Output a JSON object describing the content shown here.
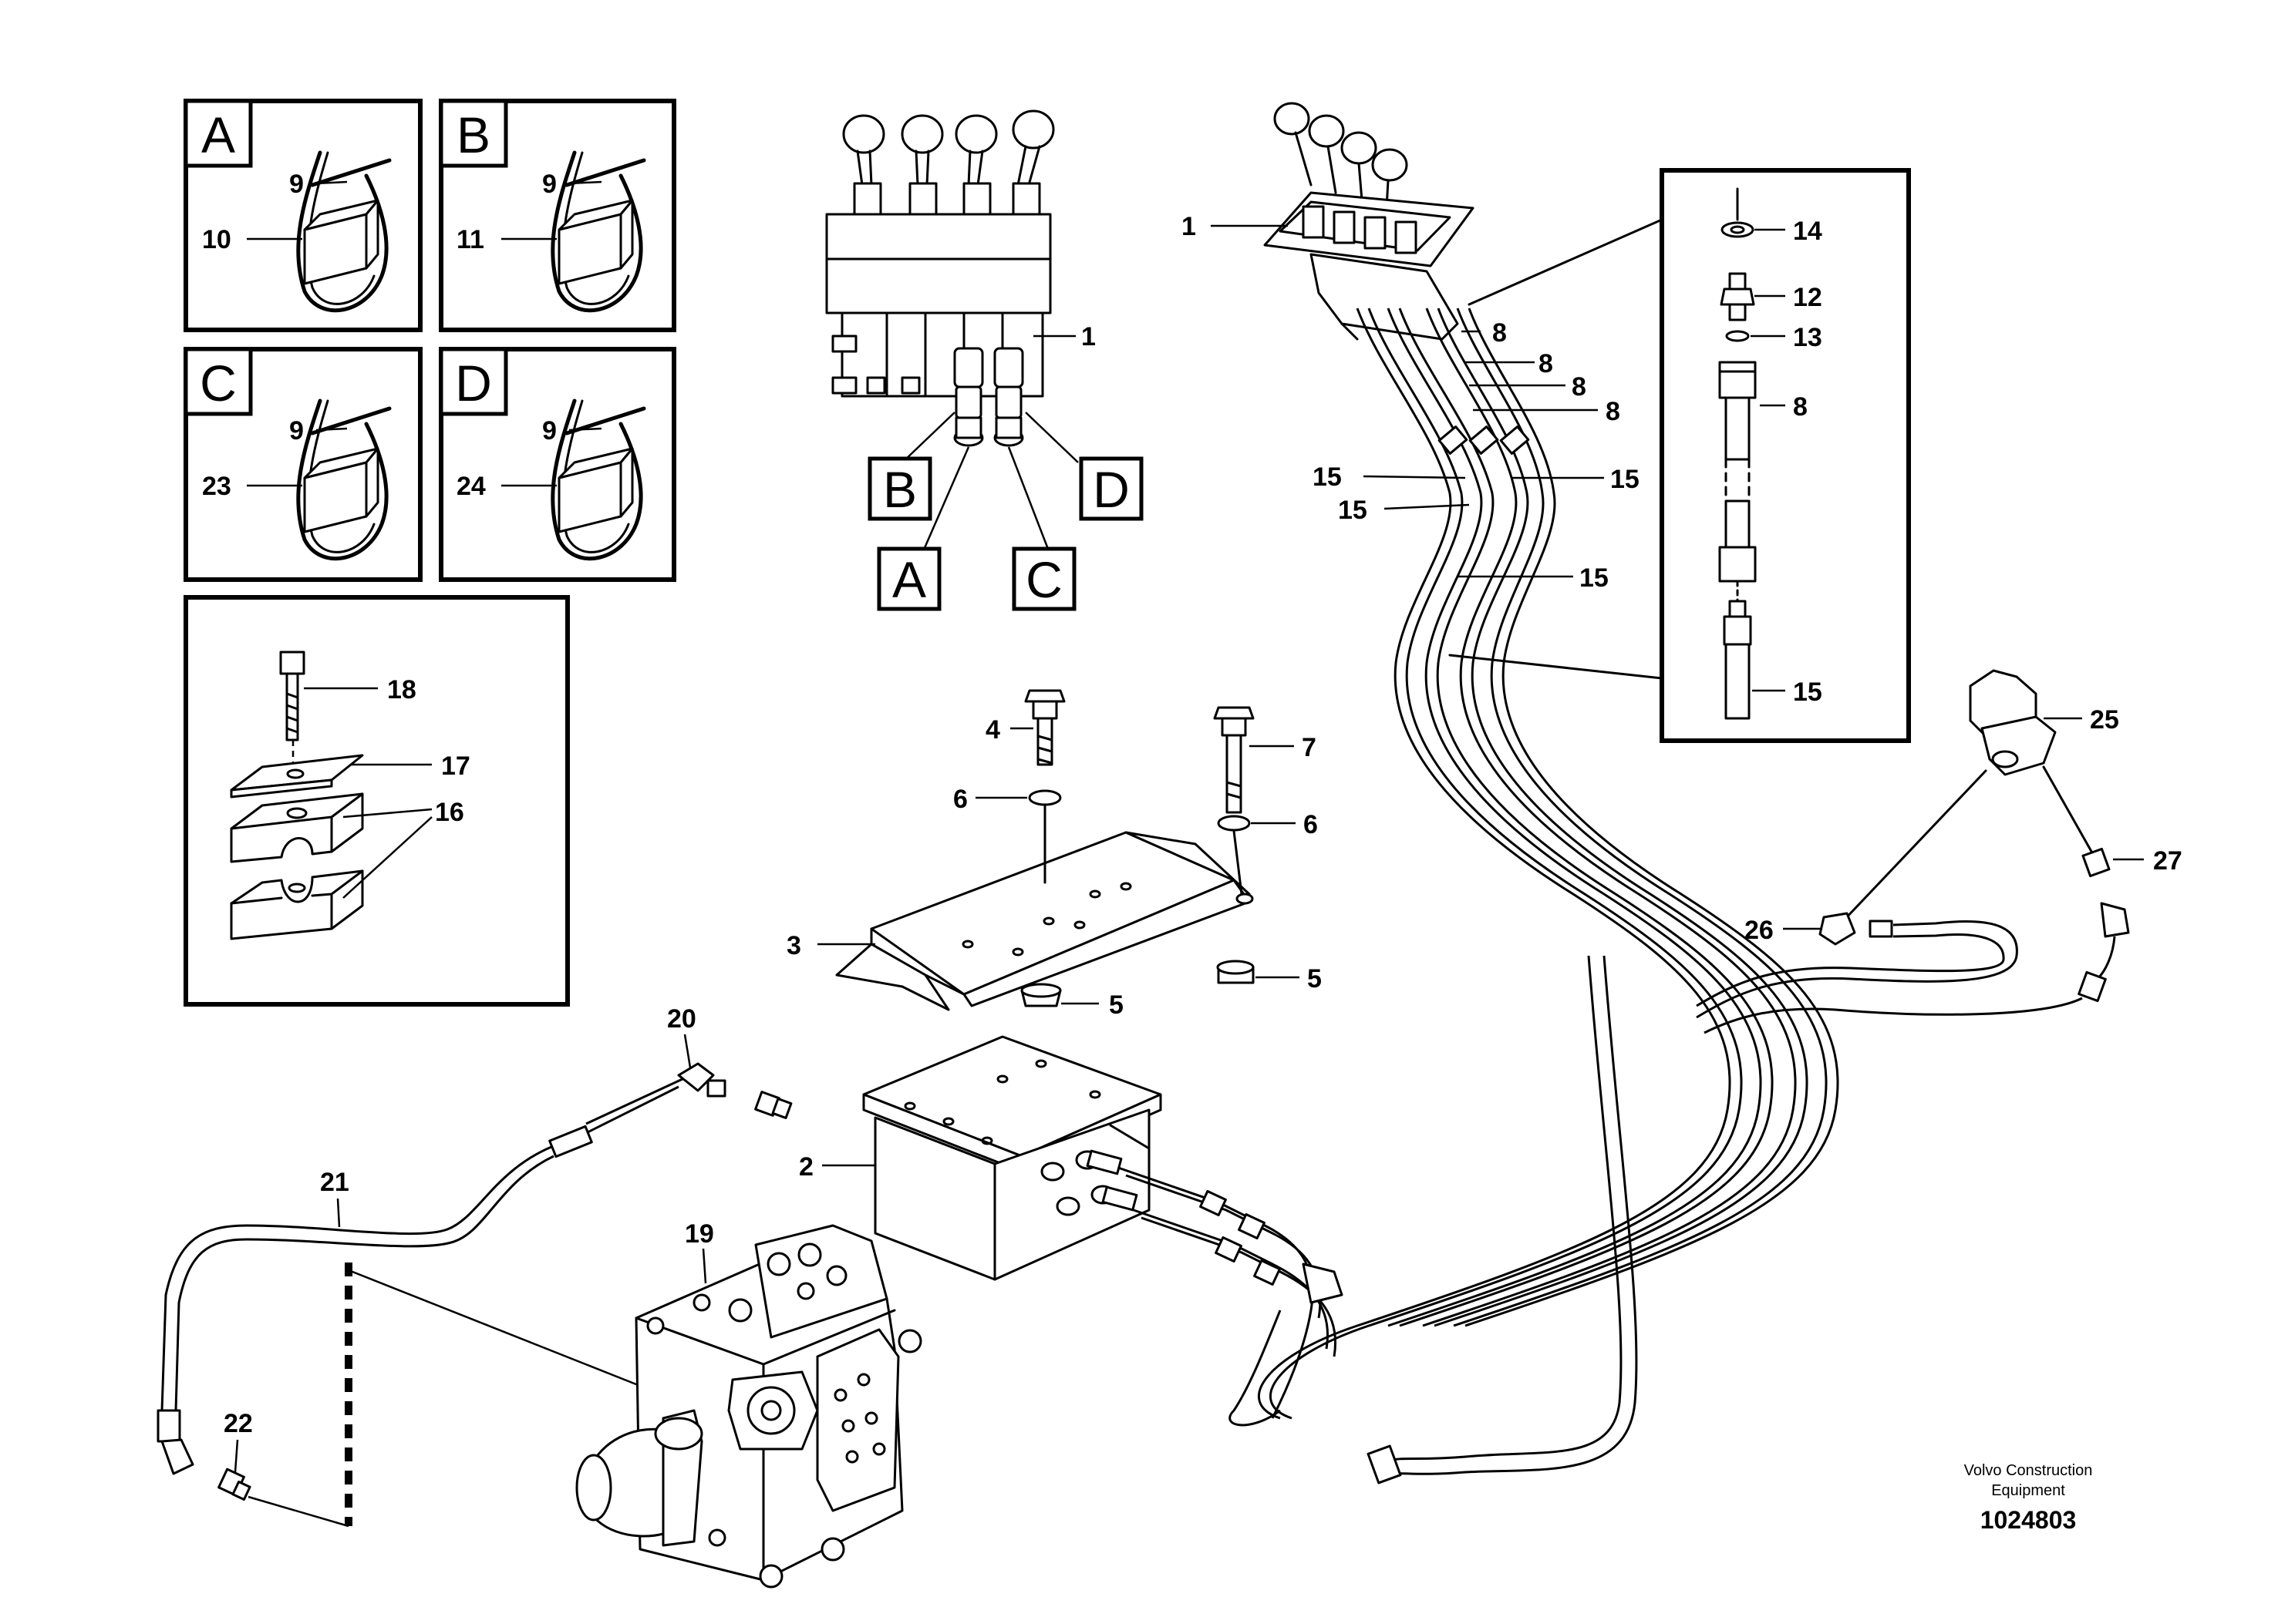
{
  "callouts": {
    "c1a": "1",
    "c1b": "1",
    "c2": "2",
    "c3": "3",
    "c4": "4",
    "c5a": "5",
    "c5b": "5",
    "c6a": "6",
    "c6b": "6",
    "c7": "7",
    "c8a": "8",
    "c8b": "8",
    "c8c": "8",
    "c8d": "8",
    "c8e": "8",
    "c9a": "9",
    "c9b": "9",
    "c9c": "9",
    "c9d": "9",
    "c10": "10",
    "c11": "11",
    "c12": "12",
    "c13": "13",
    "c14": "14",
    "c15a": "15",
    "c15b": "15",
    "c15c": "15",
    "c15d": "15",
    "c15e": "15",
    "c16": "16",
    "c17": "17",
    "c18": "18",
    "c19": "19",
    "c20": "20",
    "c21": "21",
    "c22": "22",
    "c23": "23",
    "c24": "24",
    "c25": "25",
    "c26": "26",
    "c27": "27"
  },
  "detail_letters": {
    "panel_a": "A",
    "panel_b": "B",
    "panel_c": "C",
    "panel_d": "D",
    "tag_a": "A",
    "tag_b": "B",
    "tag_c": "C",
    "tag_d": "D"
  },
  "footer": {
    "brand_line1": "Volvo Construction",
    "brand_line2": "Equipment",
    "doc_number": "1024803"
  }
}
